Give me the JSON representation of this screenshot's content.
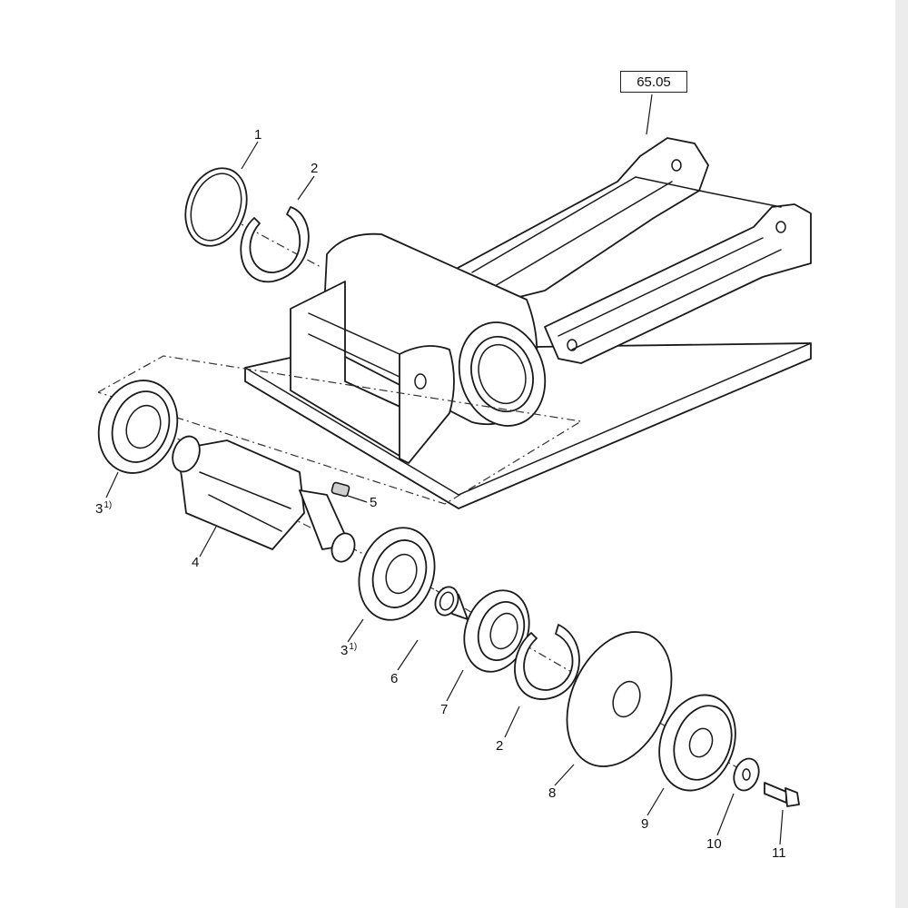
{
  "reference_box": {
    "label": "65.05"
  },
  "callouts": [
    {
      "id": "c1",
      "number": "1",
      "note": ""
    },
    {
      "id": "c2a",
      "number": "2",
      "note": ""
    },
    {
      "id": "c3a",
      "number": "3",
      "note": "1)"
    },
    {
      "id": "c4",
      "number": "4",
      "note": ""
    },
    {
      "id": "c5",
      "number": "5",
      "note": ""
    },
    {
      "id": "c3b",
      "number": "3",
      "note": "1)"
    },
    {
      "id": "c6",
      "number": "6",
      "note": ""
    },
    {
      "id": "c7",
      "number": "7",
      "note": ""
    },
    {
      "id": "c2b",
      "number": "2",
      "note": ""
    },
    {
      "id": "c8",
      "number": "8",
      "note": ""
    },
    {
      "id": "c9",
      "number": "9",
      "note": ""
    },
    {
      "id": "c10",
      "number": "10",
      "note": ""
    },
    {
      "id": "c11",
      "number": "11",
      "note": ""
    }
  ]
}
